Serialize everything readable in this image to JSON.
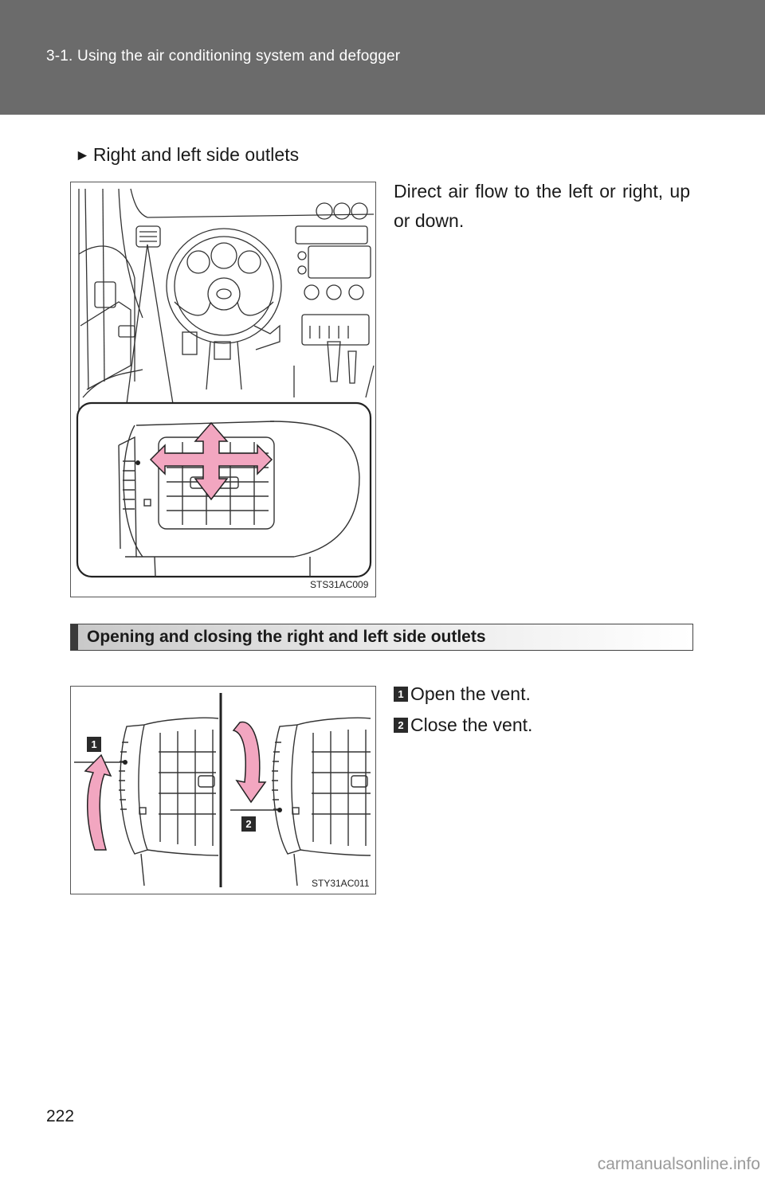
{
  "header": {
    "title": "3-1. Using the air conditioning system and defogger"
  },
  "intro": {
    "bullet": "Right and left side outlets",
    "description": "Direct air flow to the left or right, up or down."
  },
  "figure1": {
    "code": "STS31AC009"
  },
  "section": {
    "title": "Opening and closing the right and left side outlets"
  },
  "steps": [
    {
      "number": "1",
      "text": "Open the vent."
    },
    {
      "number": "2",
      "text": "Close the vent."
    }
  ],
  "figure2": {
    "code": "STY31AC011",
    "callouts": [
      "1",
      "2"
    ]
  },
  "footer": {
    "page_number": "222",
    "watermark": "carmanualsonline.info"
  },
  "colors": {
    "header_bg": "#6b6b6b",
    "arrow_fill": "#f2a6c0",
    "section_mark": "#3a3a3a"
  },
  "icons": [
    "right-triangle-bullet-icon",
    "direction-arrows-icon",
    "curved-arrow-up-icon",
    "curved-arrow-down-icon"
  ]
}
